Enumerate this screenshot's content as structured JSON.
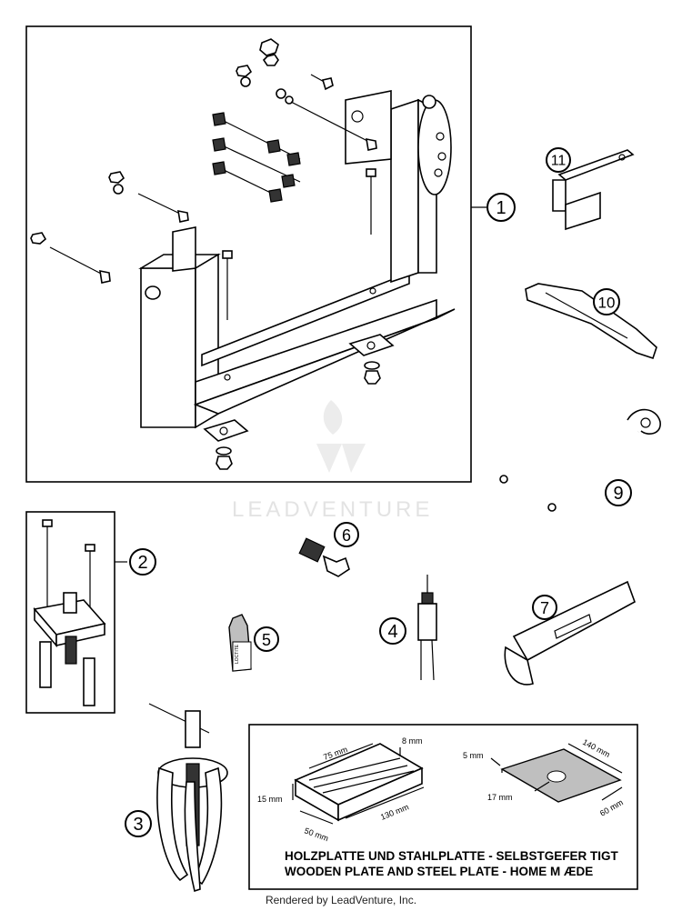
{
  "callouts": {
    "c1": "1",
    "c2": "2",
    "c3": "3",
    "c4": "4",
    "c5": "5",
    "c6": "6",
    "c7": "7",
    "c9": "9",
    "c10": "10",
    "c11": "11"
  },
  "watermark": {
    "text": "LEADVENTURE"
  },
  "plate_detail": {
    "wood": {
      "length": "75 mm",
      "thickness": "8 mm",
      "height": "15 mm",
      "width": "50 mm",
      "depth": "130 mm"
    },
    "steel": {
      "thickness": "5 mm",
      "length": "140 mm",
      "hole": "17 mm",
      "width": "60 mm"
    },
    "note_de": "HOLZPLATTE UND STAHLPLATTE - SELBSTGEFER TIGT",
    "note_en": "WOODEN PLATE AND STEEL PLATE - HOME M ÆDE"
  },
  "footer": {
    "text": "Rendered by LeadVenture, Inc."
  },
  "product_label": "LOCTITE"
}
